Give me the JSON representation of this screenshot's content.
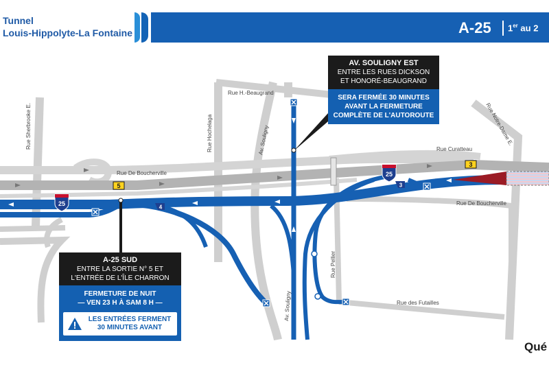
{
  "header": {
    "title_line1": "Tunnel",
    "title_line2": "Louis-Hippolyte-La Fontaine",
    "route": "A-25",
    "date_prefix": "1",
    "date_sup": "er",
    "date_suffix": " au 2"
  },
  "streets": {
    "beaugrand": "Rue H.-Beaugrand",
    "sherbrooke": "Rue Sherbrooke E.",
    "hochelaga": "Rue Hochelaga",
    "souligny_north": "Av. Souligny",
    "souligny_south": "Av. Souligny",
    "de_boucherville_west": "Rue De Boucherville",
    "de_boucherville_east": "Rue De Boucherville",
    "curatteau": "Rue Curatteau",
    "notre_dame": "Rue Notre-Dame E.",
    "pellier": "Rue Pellier",
    "futailles": "Rue des Futailles"
  },
  "shields": {
    "a25_west": "25",
    "a25_east": "25",
    "exit5": "5",
    "exit3": "3",
    "ramp4": "4",
    "ramp3": "3"
  },
  "callout_souligny": {
    "title": "AV. SOULIGNY EST",
    "line1": "ENTRE LES RUES DICKSON",
    "line2": "ET HONORÉ-BEAUGRAND",
    "blue1": "SERA FERMÉE 30 MINUTES",
    "blue2": "AVANT LA FERMETURE",
    "blue3": "COMPLÈTE DE L'AUTOROUTE"
  },
  "callout_a25": {
    "title": "A-25 SUD",
    "line1": "ENTRE LA SORTIE N° 5 ET",
    "line2": "L'ENTRÉE DE L'ÎLE CHARRON",
    "closure1": "FERMETURE DE NUIT",
    "closure2": "— VEN 23 H À SAM 8 H —",
    "warn1": "LES ENTRÉES FERMENT",
    "warn2": "30 MINUTES AVANT"
  },
  "logo": "Qué",
  "colors": {
    "closure_blue": "#1660b3",
    "road_gray": "#c4c4c4",
    "highway_gray": "#a9a9a9",
    "exit_yellow": "#ffd21f",
    "tunnel_red": "#9b1b25",
    "shield_blue": "#1e3f8f",
    "shield_red": "#c8102e"
  },
  "icons": {
    "closure_marker": "x-closure-icon",
    "warning": "warning-triangle-icon",
    "lane_arrow": "arrow-icon"
  }
}
